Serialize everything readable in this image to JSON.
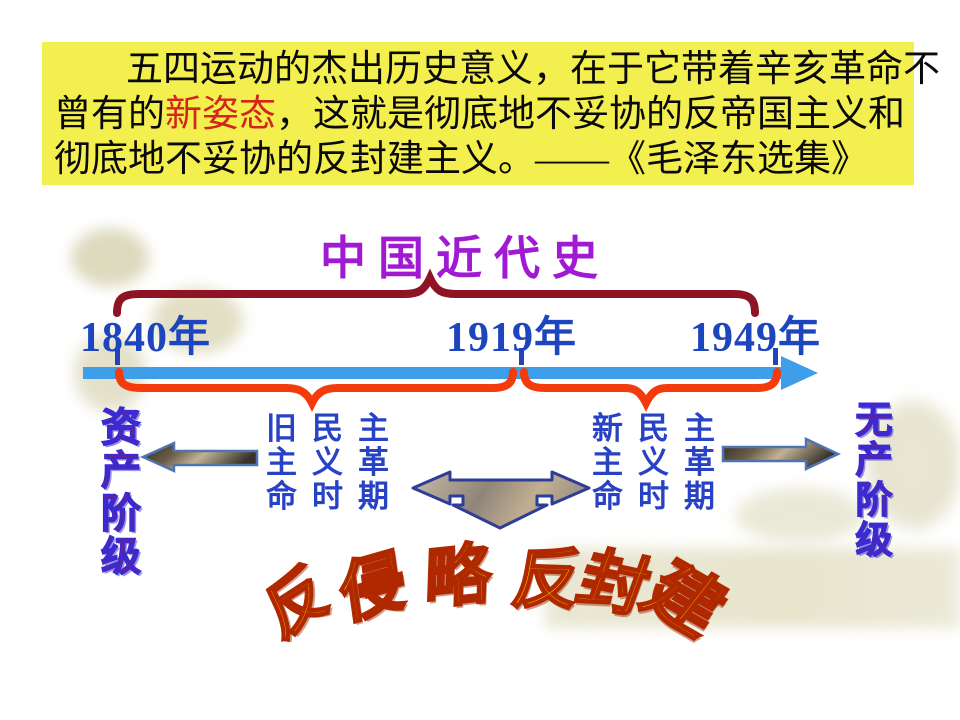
{
  "banner": {
    "line1": "五四运动的杰出历史意义，在于它带着辛亥革命不",
    "line2_pre": "曾有的",
    "line2_highlight": "新姿态",
    "line2_post": "，这就是彻底地不妥协的反帝国主义和",
    "line3": "彻底地不妥协的反封建主义。——《毛泽东选集》",
    "background_color": "#F3EF4E",
    "text_color": "#0A0A0A",
    "highlight_color": "#D3261B"
  },
  "timeline": {
    "title": "中国近代史",
    "title_color": "#A01AD3",
    "years": [
      {
        "label": "1840年"
      },
      {
        "label": "1919年"
      },
      {
        "label": "1949年"
      }
    ],
    "year_color": "#1C45BE",
    "axis_color": "#3E9EE9",
    "top_brace_color": "#8E1425",
    "bottom_brace_color": "#F43B0B",
    "periods": [
      {
        "name": "旧民主主义革命时期",
        "lines": [
          "旧民主",
          "主义革",
          "命时期"
        ]
      },
      {
        "name": "新民主主义革命时期",
        "lines": [
          "新民主",
          "主义革",
          "命时期"
        ]
      }
    ],
    "period_color": "#2742C5",
    "left_class": "资产阶级",
    "right_class": "无产阶级",
    "class_color": "#C00D38"
  },
  "wordart": {
    "text": "反侵略反封建",
    "chars": [
      "反",
      "侵",
      "略",
      "反",
      "封",
      "建"
    ],
    "fill": "#FFD900",
    "outline": "#B02800"
  }
}
